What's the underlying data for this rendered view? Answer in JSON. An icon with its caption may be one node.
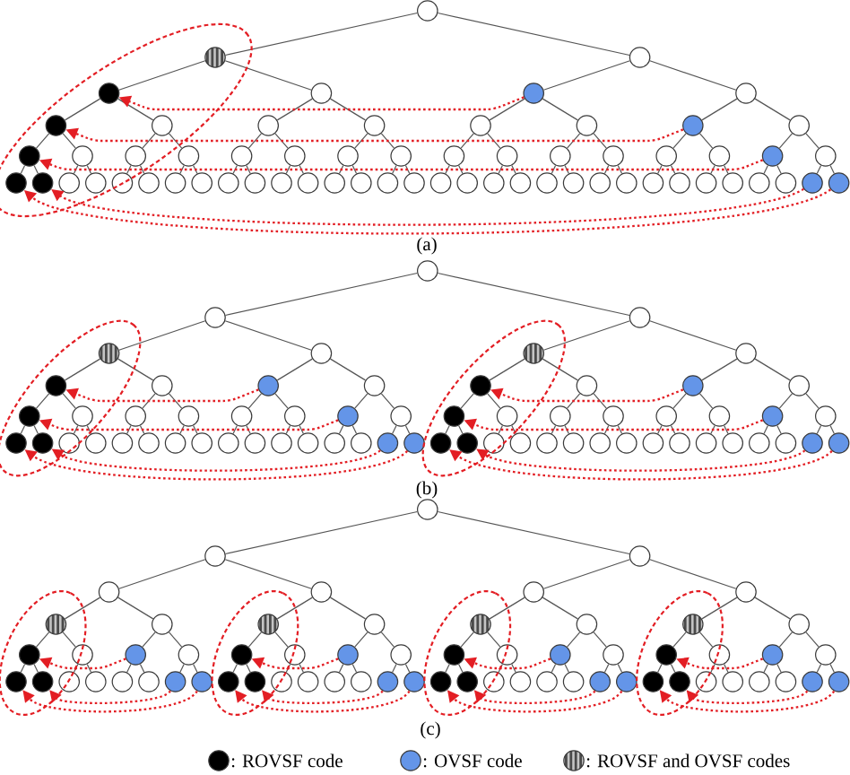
{
  "diagram": {
    "nodes": [
      {
        "text": [],
        "shape": "circle"
      },
      {
        "text": [],
        "shape": "circle"
      },
      {
        "text": [],
        "shape": "circle"
      },
      {
        "text": [],
        "shape": "circle"
      },
      {
        "text": [],
        "shape": "circle"
      },
      {
        "text": [],
        "shape": "circle"
      },
      {
        "text": [],
        "shape": "circle"
      },
      {
        "text": [],
        "shape": "circle"
      },
      {
        "text": [],
        "shape": "circle"
      },
      {
        "text": [],
        "shape": "circle"
      },
      {
        "text": [],
        "shape": "circle"
      },
      {
        "text": [],
        "shape": "circle"
      },
      {
        "text": [],
        "shape": "circle"
      },
      {
        "text": [],
        "shape": "circle"
      },
      {
        "text": [],
        "shape": "circle"
      },
      {
        "text": [],
        "shape": "circle"
      },
      {
        "text": [],
        "shape": "circle"
      },
      {
        "text": [],
        "shape": "circle"
      },
      {
        "text": [],
        "shape": "circle"
      },
      {
        "text": [],
        "shape": "circle"
      },
      {
        "text": [],
        "shape": "circle"
      },
      {
        "text": [],
        "shape": "circle"
      },
      {
        "text": [],
        "shape": "circle"
      },
      {
        "text": [],
        "shape": "circle"
      },
      {
        "text": [],
        "shape": "circle"
      },
      {
        "text": [],
        "shape": "circle"
      },
      {
        "text": [],
        "shape": "circle"
      },
      {
        "text": [],
        "shape": "circle"
      },
      {
        "text": [],
        "shape": "circle"
      },
      {
        "text": [],
        "shape": "circle"
      },
      {
        "text": [],
        "shape": "circle"
      },
      {
        "text": [],
        "shape": "circle"
      },
      {
        "text": [],
        "shape": "circle"
      },
      {
        "text": [],
        "shape": "circle"
      },
      {
        "text": [],
        "shape": "circle"
      },
      {
        "text": [],
        "shape": "circle"
      },
      {
        "text": [],
        "shape": "circle"
      },
      {
        "text": [],
        "shape": "circle"
      },
      {
        "text": [],
        "shape": "circle"
      },
      {
        "text": [],
        "shape": "circle"
      },
      {
        "text": [],
        "shape": "circle"
      },
      {
        "text": [],
        "shape": "circle"
      },
      {
        "text": [],
        "shape": "circle"
      },
      {
        "text": [],
        "shape": "circle"
      },
      {
        "text": [],
        "shape": "circle"
      },
      {
        "text": [],
        "shape": "circle"
      },
      {
        "text": [],
        "shape": "circle"
      },
      {
        "text": [],
        "shape": "circle"
      },
      {
        "text": [],
        "shape": "circle"
      },
      {
        "text": [],
        "shape": "circle"
      },
      {
        "text": [],
        "shape": "circle"
      },
      {
        "text": [],
        "shape": "circle"
      },
      {
        "text": [],
        "shape": "circle"
      },
      {
        "text": [],
        "shape": "circle"
      },
      {
        "text": [],
        "shape": "circle"
      },
      {
        "text": [],
        "shape": "circle"
      },
      {
        "text": [],
        "shape": "circle"
      },
      {
        "text": [],
        "shape": "circle"
      },
      {
        "text": [],
        "shape": "circle"
      },
      {
        "text": [],
        "shape": "circle"
      },
      {
        "text": [],
        "shape": "circle"
      },
      {
        "text": [],
        "shape": "circle"
      },
      {
        "text": [],
        "shape": "circle"
      },
      {
        "text": [],
        "shape": "circle"
      },
      {
        "text": [],
        "shape": "circle"
      },
      {
        "text": [],
        "shape": "circle"
      },
      {
        "text": [],
        "shape": "circle"
      },
      {
        "text": [],
        "shape": "circle"
      },
      {
        "text": [],
        "shape": "circle"
      },
      {
        "text": [],
        "shape": "circle"
      },
      {
        "text": [],
        "shape": "circle"
      },
      {
        "text": [],
        "shape": "circle"
      },
      {
        "text": [],
        "shape": "circle"
      },
      {
        "text": [],
        "shape": "circle"
      },
      {
        "text": [],
        "shape": "circle"
      },
      {
        "text": [],
        "shape": "circle"
      },
      {
        "text": [],
        "shape": "circle"
      },
      {
        "text": [],
        "shape": "circle"
      },
      {
        "text": [],
        "shape": "circle"
      },
      {
        "text": [],
        "shape": "circle"
      },
      {
        "text": [],
        "shape": "circle"
      },
      {
        "text": [],
        "shape": "circle"
      },
      {
        "text": [],
        "shape": "circle"
      },
      {
        "text": [],
        "shape": "circle"
      },
      {
        "text": [],
        "shape": "circle"
      },
      {
        "text": [],
        "shape": "circle"
      },
      {
        "text": [],
        "shape": "circle"
      },
      {
        "text": [],
        "shape": "circle"
      },
      {
        "text": [],
        "shape": "circle"
      },
      {
        "text": [],
        "shape": "circle"
      },
      {
        "text": [],
        "shape": "circle"
      },
      {
        "text": [],
        "shape": "circle"
      },
      {
        "text": [],
        "shape": "circle"
      },
      {
        "text": [],
        "shape": "circle"
      },
      {
        "text": [],
        "shape": "circle"
      },
      {
        "text": [],
        "shape": "circle"
      },
      {
        "text": [],
        "shape": "circle"
      },
      {
        "text": [],
        "shape": "circle"
      },
      {
        "text": [],
        "shape": "circle"
      },
      {
        "text": [],
        "shape": "circle"
      },
      {
        "text": [],
        "shape": "circle"
      },
      {
        "text": [],
        "shape": "circle"
      },
      {
        "text": [],
        "shape": "circle"
      },
      {
        "text": [],
        "shape": "circle"
      },
      {
        "text": [],
        "shape": "circle"
      },
      {
        "text": [],
        "shape": "circle"
      },
      {
        "text": [],
        "shape": "circle"
      },
      {
        "text": [],
        "shape": "circle"
      },
      {
        "text": [],
        "shape": "circle"
      },
      {
        "text": [],
        "shape": "circle"
      },
      {
        "text": [],
        "shape": "circle"
      },
      {
        "text": [],
        "shape": "circle"
      },
      {
        "text": [],
        "shape": "circle"
      },
      {
        "text": [],
        "shape": "circle"
      },
      {
        "text": [],
        "shape": "circle"
      },
      {
        "text": [],
        "shape": "circle"
      },
      {
        "text": [],
        "shape": "circle"
      },
      {
        "text": [],
        "shape": "circle"
      },
      {
        "text": [],
        "shape": "circle"
      },
      {
        "text": [],
        "shape": "circle"
      },
      {
        "text": [],
        "shape": "circle"
      },
      {
        "text": [],
        "shape": "circle"
      },
      {
        "text": [],
        "shape": "circle"
      },
      {
        "text": [],
        "shape": "circle"
      },
      {
        "text": [],
        "shape": "circle"
      },
      {
        "text": [],
        "shape": "circle"
      },
      {
        "text": [],
        "shape": "circle"
      },
      {
        "text": [],
        "shape": "circle"
      },
      {
        "text": [],
        "shape": "circle"
      },
      {
        "text": [],
        "shape": "circle"
      },
      {
        "text": [],
        "shape": "circle"
      },
      {
        "text": [],
        "shape": "circle"
      },
      {
        "text": [],
        "shape": "circle"
      },
      {
        "text": [],
        "shape": "circle"
      },
      {
        "text": [],
        "shape": "circle"
      },
      {
        "text": [],
        "shape": "circle"
      },
      {
        "text": [],
        "shape": "circle"
      },
      {
        "text": [],
        "shape": "circle"
      },
      {
        "text": [],
        "shape": "circle"
      },
      {
        "text": [],
        "shape": "circle"
      },
      {
        "text": [],
        "shape": "circle"
      },
      {
        "text": [],
        "shape": "circle"
      },
      {
        "text": [],
        "shape": "circle"
      },
      {
        "text": [],
        "shape": "circle"
      },
      {
        "text": [],
        "shape": "circle"
      },
      {
        "text": [],
        "shape": "circle"
      },
      {
        "text": [],
        "shape": "circle"
      },
      {
        "text": [],
        "shape": "circle"
      },
      {
        "text": [],
        "shape": "circle"
      },
      {
        "text": [],
        "shape": "circle"
      },
      {
        "text": [],
        "shape": "circle"
      },
      {
        "text": [],
        "shape": "circle"
      },
      {
        "text": [],
        "shape": "circle"
      },
      {
        "text": [],
        "shape": "circle"
      },
      {
        "text": [],
        "shape": "circle"
      },
      {
        "text": [],
        "shape": "circle"
      },
      {
        "text": [],
        "shape": "circle"
      },
      {
        "text": [],
        "shape": "circle"
      },
      {
        "text": [],
        "shape": "circle"
      },
      {
        "text": [],
        "shape": "circle"
      },
      {
        "text": [],
        "shape": "circle"
      },
      {
        "text": [],
        "shape": "circle"
      },
      {
        "text": [],
        "shape": "circle"
      },
      {
        "text": [],
        "shape": "circle"
      },
      {
        "text": [],
        "shape": "circle"
      },
      {
        "text": [],
        "shape": "circle"
      },
      {
        "text": [],
        "shape": "circle"
      },
      {
        "text": [],
        "shape": "circle"
      },
      {
        "text": [],
        "shape": "circle"
      },
      {
        "text": [],
        "shape": "circle"
      },
      {
        "text": [],
        "shape": "circle"
      },
      {
        "text": [],
        "shape": "circle"
      },
      {
        "text": [],
        "shape": "circle"
      },
      {
        "text": [],
        "shape": "circle"
      },
      {
        "text": [],
        "shape": "circle"
      },
      {
        "text": [],
        "shape": "circle"
      },
      {
        "text": [],
        "shape": "circle"
      },
      {
        "text": [],
        "shape": "circle"
      },
      {
        "text": [],
        "shape": "circle"
      },
      {
        "text": [],
        "shape": "circle"
      },
      {
        "text": [],
        "shape": "circle"
      },
      {
        "text": [],
        "shape": "circle"
      },
      {
        "text": [],
        "shape": "circle"
      },
      {
        "text": [],
        "shape": "circle"
      },
      {
        "text": [],
        "shape": "circle"
      },
      {
        "text": [],
        "shape": "circle"
      },
      {
        "text": [],
        "shape": "circle"
      },
      {
        "text": [],
        "shape": "circle"
      },
      {
        "text": [],
        "shape": "circle"
      }
    ],
    "edges": [
      {
        "from": 0,
        "to": 1,
        "arrow": "none"
      },
      {
        "from": 0,
        "to": 2,
        "arrow": "none"
      },
      {
        "from": 1,
        "to": 3,
        "arrow": "none"
      },
      {
        "from": 1,
        "to": 4,
        "arrow": "none"
      },
      {
        "from": 2,
        "to": 5,
        "arrow": "none"
      },
      {
        "from": 2,
        "to": 6,
        "arrow": "none"
      },
      {
        "from": 3,
        "to": 7,
        "arrow": "none"
      },
      {
        "from": 3,
        "to": 8,
        "arrow": "none"
      },
      {
        "from": 4,
        "to": 9,
        "arrow": "none"
      },
      {
        "from": 4,
        "to": 10,
        "arrow": "none"
      },
      {
        "from": 5,
        "to": 11,
        "arrow": "none"
      },
      {
        "from": 5,
        "to": 12,
        "arrow": "none"
      },
      {
        "from": 6,
        "to": 13,
        "arrow": "none"
      },
      {
        "from": 6,
        "to": 14,
        "arrow": "none"
      },
      {
        "from": 7,
        "to": 15,
        "arrow": "none"
      },
      {
        "from": 7,
        "to": 16,
        "arrow": "none"
      },
      {
        "from": 8,
        "to": 17,
        "arrow": "none"
      },
      {
        "from": 8,
        "to": 18,
        "arrow": "none"
      },
      {
        "from": 9,
        "to": 19,
        "arrow": "none"
      },
      {
        "from": 9,
        "to": 20,
        "arrow": "none"
      },
      {
        "from": 10,
        "to": 21,
        "arrow": "none"
      },
      {
        "from": 10,
        "to": 22,
        "arrow": "none"
      },
      {
        "from": 11,
        "to": 23,
        "arrow": "none"
      },
      {
        "from": 11,
        "to": 24,
        "arrow": "none"
      },
      {
        "from": 12,
        "to": 25,
        "arrow": "none"
      },
      {
        "from": 12,
        "to": 26,
        "arrow": "none"
      },
      {
        "from": 13,
        "to": 27,
        "arrow": "none"
      },
      {
        "from": 13,
        "to": 28,
        "arrow": "none"
      },
      {
        "from": 14,
        "to": 29,
        "arrow": "none"
      },
      {
        "from": 14,
        "to": 30,
        "arrow": "none"
      },
      {
        "from": 15,
        "to": 31,
        "arrow": "none"
      },
      {
        "from": 15,
        "to": 32,
        "arrow": "none"
      },
      {
        "from": 16,
        "to": 33,
        "arrow": "none"
      },
      {
        "from": 16,
        "to": 34,
        "arrow": "none"
      },
      {
        "from": 17,
        "to": 35,
        "arrow": "none"
      },
      {
        "from": 17,
        "to": 36,
        "arrow": "none"
      },
      {
        "from": 18,
        "to": 37,
        "arrow": "none"
      },
      {
        "from": 18,
        "to": 38,
        "arrow": "none"
      },
      {
        "from": 19,
        "to": 39,
        "arrow": "none"
      },
      {
        "from": 19,
        "to": 40,
        "arrow": "none"
      },
      {
        "from": 20,
        "to": 41,
        "arrow": "none"
      },
      {
        "from": 20,
        "to": 42,
        "arrow": "none"
      },
      {
        "from": 21,
        "to": 43,
        "arrow": "none"
      },
      {
        "from": 21,
        "to": 44,
        "arrow": "none"
      },
      {
        "from": 22,
        "to": 45,
        "arrow": "none"
      },
      {
        "from": 22,
        "to": 46,
        "arrow": "none"
      },
      {
        "from": 23,
        "to": 47,
        "arrow": "none"
      },
      {
        "from": 23,
        "to": 48,
        "arrow": "none"
      },
      {
        "from": 24,
        "to": 49,
        "arrow": "none"
      },
      {
        "from": 24,
        "to": 50,
        "arrow": "none"
      },
      {
        "from": 25,
        "to": 51,
        "arrow": "none"
      },
      {
        "from": 25,
        "to": 52,
        "arrow": "none"
      },
      {
        "from": 26,
        "to": 53,
        "arrow": "none"
      },
      {
        "from": 26,
        "to": 54,
        "arrow": "none"
      },
      {
        "from": 27,
        "to": 55,
        "arrow": "none"
      },
      {
        "from": 27,
        "to": 56,
        "arrow": "none"
      },
      {
        "from": 28,
        "to": 57,
        "arrow": "none"
      },
      {
        "from": 28,
        "to": 58,
        "arrow": "none"
      },
      {
        "from": 29,
        "to": 59,
        "arrow": "none"
      },
      {
        "from": 29,
        "to": 60,
        "arrow": "none"
      },
      {
        "from": 30,
        "to": 61,
        "arrow": "none"
      },
      {
        "from": 30,
        "to": 62,
        "arrow": "none"
      },
      {
        "from": 5,
        "to": 3,
        "arrow": "to",
        "style": "dashed",
        "color": "#e31e24"
      },
      {
        "from": 13,
        "to": 7,
        "arrow": "to",
        "style": "dashed",
        "color": "#e31e24"
      },
      {
        "from": 29,
        "to": 15,
        "arrow": "to",
        "style": "dashed",
        "color": "#e31e24"
      },
      {
        "from": 61,
        "to": 32,
        "arrow": "to",
        "style": "dashed",
        "color": "#e31e24"
      },
      {
        "from": 62,
        "to": 31,
        "arrow": "to",
        "style": "dashed",
        "color": "#e31e24"
      },
      {
        "from": 63,
        "to": 64,
        "arrow": "none"
      },
      {
        "from": 63,
        "to": 65,
        "arrow": "none"
      },
      {
        "from": 64,
        "to": 66,
        "arrow": "none"
      },
      {
        "from": 64,
        "to": 67,
        "arrow": "none"
      },
      {
        "from": 65,
        "to": 68,
        "arrow": "none"
      },
      {
        "from": 65,
        "to": 69,
        "arrow": "none"
      },
      {
        "from": 66,
        "to": 70,
        "arrow": "none"
      },
      {
        "from": 66,
        "to": 71,
        "arrow": "none"
      },
      {
        "from": 67,
        "to": 72,
        "arrow": "none"
      },
      {
        "from": 67,
        "to": 73,
        "arrow": "none"
      },
      {
        "from": 68,
        "to": 74,
        "arrow": "none"
      },
      {
        "from": 68,
        "to": 75,
        "arrow": "none"
      },
      {
        "from": 69,
        "to": 76,
        "arrow": "none"
      },
      {
        "from": 69,
        "to": 77,
        "arrow": "none"
      },
      {
        "from": 70,
        "to": 78,
        "arrow": "none"
      },
      {
        "from": 70,
        "to": 79,
        "arrow": "none"
      },
      {
        "from": 71,
        "to": 80,
        "arrow": "none"
      },
      {
        "from": 71,
        "to": 81,
        "arrow": "none"
      },
      {
        "from": 72,
        "to": 82,
        "arrow": "none"
      },
      {
        "from": 72,
        "to": 83,
        "arrow": "none"
      },
      {
        "from": 73,
        "to": 84,
        "arrow": "none"
      },
      {
        "from": 73,
        "to": 85,
        "arrow": "none"
      },
      {
        "from": 74,
        "to": 86,
        "arrow": "none"
      },
      {
        "from": 74,
        "to": 87,
        "arrow": "none"
      },
      {
        "from": 75,
        "to": 88,
        "arrow": "none"
      },
      {
        "from": 75,
        "to": 89,
        "arrow": "none"
      },
      {
        "from": 76,
        "to": 90,
        "arrow": "none"
      },
      {
        "from": 76,
        "to": 91,
        "arrow": "none"
      },
      {
        "from": 77,
        "to": 92,
        "arrow": "none"
      },
      {
        "from": 77,
        "to": 93,
        "arrow": "none"
      },
      {
        "from": 78,
        "to": 94,
        "arrow": "none"
      },
      {
        "from": 78,
        "to": 95,
        "arrow": "none"
      },
      {
        "from": 79,
        "to": 96,
        "arrow": "none"
      },
      {
        "from": 79,
        "to": 97,
        "arrow": "none"
      },
      {
        "from": 80,
        "to": 98,
        "arrow": "none"
      },
      {
        "from": 80,
        "to": 99,
        "arrow": "none"
      },
      {
        "from": 81,
        "to": 100,
        "arrow": "none"
      },
      {
        "from": 81,
        "to": 101,
        "arrow": "none"
      },
      {
        "from": 82,
        "to": 102,
        "arrow": "none"
      },
      {
        "from": 82,
        "to": 103,
        "arrow": "none"
      },
      {
        "from": 83,
        "to": 104,
        "arrow": "none"
      },
      {
        "from": 83,
        "to": 105,
        "arrow": "none"
      },
      {
        "from": 84,
        "to": 106,
        "arrow": "none"
      },
      {
        "from": 84,
        "to": 107,
        "arrow": "none"
      },
      {
        "from": 85,
        "to": 108,
        "arrow": "none"
      },
      {
        "from": 85,
        "to": 109,
        "arrow": "none"
      },
      {
        "from": 86,
        "to": 110,
        "arrow": "none"
      },
      {
        "from": 86,
        "to": 111,
        "arrow": "none"
      },
      {
        "from": 87,
        "to": 112,
        "arrow": "none"
      },
      {
        "from": 87,
        "to": 113,
        "arrow": "none"
      },
      {
        "from": 88,
        "to": 114,
        "arrow": "none"
      },
      {
        "from": 88,
        "to": 115,
        "arrow": "none"
      },
      {
        "from": 89,
        "to": 116,
        "arrow": "none"
      },
      {
        "from": 89,
        "to": 117,
        "arrow": "none"
      },
      {
        "from": 90,
        "to": 118,
        "arrow": "none"
      },
      {
        "from": 90,
        "to": 119,
        "arrow": "none"
      },
      {
        "from": 91,
        "to": 120,
        "arrow": "none"
      },
      {
        "from": 91,
        "to": 121,
        "arrow": "none"
      },
      {
        "from": 92,
        "to": 122,
        "arrow": "none"
      },
      {
        "from": 92,
        "to": 123,
        "arrow": "none"
      },
      {
        "from": 93,
        "to": 124,
        "arrow": "none"
      },
      {
        "from": 93,
        "to": 125,
        "arrow": "none"
      },
      {
        "from": 72,
        "to": 70,
        "arrow": "to",
        "style": "dashed",
        "color": "#e31e24"
      },
      {
        "from": 84,
        "to": 78,
        "arrow": "to",
        "style": "dashed",
        "color": "#e31e24"
      },
      {
        "from": 108,
        "to": 95,
        "arrow": "to",
        "style": "dashed",
        "color": "#e31e24"
      },
      {
        "from": 109,
        "to": 94,
        "arrow": "to",
        "style": "dashed",
        "color": "#e31e24"
      },
      {
        "from": 76,
        "to": 74,
        "arrow": "to",
        "style": "dashed",
        "color": "#e31e24"
      },
      {
        "from": 92,
        "to": 86,
        "arrow": "to",
        "style": "dashed",
        "color": "#e31e24"
      },
      {
        "from": 124,
        "to": 111,
        "arrow": "to",
        "style": "dashed",
        "color": "#e31e24"
      },
      {
        "from": 125,
        "to": 110,
        "arrow": "to",
        "style": "dashed",
        "color": "#e31e24"
      },
      {
        "from": 126,
        "to": 127,
        "arrow": "none"
      },
      {
        "from": 126,
        "to": 128,
        "arrow": "none"
      },
      {
        "from": 127,
        "to": 129,
        "arrow": "none"
      },
      {
        "from": 127,
        "to": 130,
        "arrow": "none"
      },
      {
        "from": 128,
        "to": 131,
        "arrow": "none"
      },
      {
        "from": 128,
        "to": 132,
        "arrow": "none"
      },
      {
        "from": 129,
        "to": 133,
        "arrow": "none"
      },
      {
        "from": 129,
        "to": 134,
        "arrow": "none"
      },
      {
        "from": 130,
        "to": 135,
        "arrow": "none"
      },
      {
        "from": 130,
        "to": 136,
        "arrow": "none"
      },
      {
        "from": 131,
        "to": 137,
        "arrow": "none"
      },
      {
        "from": 131,
        "to": 138,
        "arrow": "none"
      },
      {
        "from": 132,
        "to": 139,
        "arrow": "none"
      },
      {
        "from": 132,
        "to": 140,
        "arrow": "none"
      },
      {
        "from": 133,
        "to": 141,
        "arrow": "none"
      },
      {
        "from": 133,
        "to": 142,
        "arrow": "none"
      },
      {
        "from": 134,
        "to": 143,
        "arrow": "none"
      },
      {
        "from": 134,
        "to": 144,
        "arrow": "none"
      },
      {
        "from": 135,
        "to": 145,
        "arrow": "none"
      },
      {
        "from": 135,
        "to": 146,
        "arrow": "none"
      },
      {
        "from": 136,
        "to": 147,
        "arrow": "none"
      },
      {
        "from": 136,
        "to": 148,
        "arrow": "none"
      },
      {
        "from": 137,
        "to": 149,
        "arrow": "none"
      },
      {
        "from": 137,
        "to": 150,
        "arrow": "none"
      },
      {
        "from": 138,
        "to": 151,
        "arrow": "none"
      },
      {
        "from": 138,
        "to": 152,
        "arrow": "none"
      },
      {
        "from": 139,
        "to": 153,
        "arrow": "none"
      },
      {
        "from": 139,
        "to": 154,
        "arrow": "none"
      },
      {
        "from": 140,
        "to": 155,
        "arrow": "none"
      },
      {
        "from": 140,
        "to": 156,
        "arrow": "none"
      },
      {
        "from": 141,
        "to": 157,
        "arrow": "none"
      },
      {
        "from": 141,
        "to": 158,
        "arrow": "none"
      },
      {
        "from": 142,
        "to": 159,
        "arrow": "none"
      },
      {
        "from": 142,
        "to": 160,
        "arrow": "none"
      },
      {
        "from": 143,
        "to": 161,
        "arrow": "none"
      },
      {
        "from": 143,
        "to": 162,
        "arrow": "none"
      },
      {
        "from": 144,
        "to": 163,
        "arrow": "none"
      },
      {
        "from": 144,
        "to": 164,
        "arrow": "none"
      },
      {
        "from": 145,
        "to": 165,
        "arrow": "none"
      },
      {
        "from": 145,
        "to": 166,
        "arrow": "none"
      },
      {
        "from": 146,
        "to": 167,
        "arrow": "none"
      },
      {
        "from": 146,
        "to": 168,
        "arrow": "none"
      },
      {
        "from": 147,
        "to": 169,
        "arrow": "none"
      },
      {
        "from": 147,
        "to": 170,
        "arrow": "none"
      },
      {
        "from": 148,
        "to": 171,
        "arrow": "none"
      },
      {
        "from": 148,
        "to": 172,
        "arrow": "none"
      },
      {
        "from": 149,
        "to": 173,
        "arrow": "none"
      },
      {
        "from": 149,
        "to": 174,
        "arrow": "none"
      },
      {
        "from": 150,
        "to": 175,
        "arrow": "none"
      },
      {
        "from": 150,
        "to": 176,
        "arrow": "none"
      },
      {
        "from": 151,
        "to": 177,
        "arrow": "none"
      },
      {
        "from": 151,
        "to": 178,
        "arrow": "none"
      },
      {
        "from": 152,
        "to": 179,
        "arrow": "none"
      },
      {
        "from": 152,
        "to": 180,
        "arrow": "none"
      },
      {
        "from": 153,
        "to": 181,
        "arrow": "none"
      },
      {
        "from": 153,
        "to": 182,
        "arrow": "none"
      },
      {
        "from": 154,
        "to": 183,
        "arrow": "none"
      },
      {
        "from": 154,
        "to": 184,
        "arrow": "none"
      },
      {
        "from": 155,
        "to": 185,
        "arrow": "none"
      },
      {
        "from": 155,
        "to": 186,
        "arrow": "none"
      },
      {
        "from": 156,
        "to": 187,
        "arrow": "none"
      },
      {
        "from": 156,
        "to": 188,
        "arrow": "none"
      },
      {
        "from": 143,
        "to": 141,
        "arrow": "to",
        "style": "dashed",
        "color": "#e31e24"
      },
      {
        "from": 163,
        "to": 158,
        "arrow": "to",
        "style": "dashed",
        "color": "#e31e24"
      },
      {
        "from": 164,
        "to": 157,
        "arrow": "to",
        "style": "dashed",
        "color": "#e31e24"
      },
      {
        "from": 147,
        "to": 145,
        "arrow": "to",
        "style": "dashed",
        "color": "#e31e24"
      },
      {
        "from": 171,
        "to": 166,
        "arrow": "to",
        "style": "dashed",
        "color": "#e31e24"
      },
      {
        "from": 172,
        "to": 165,
        "arrow": "to",
        "style": "dashed",
        "color": "#e31e24"
      },
      {
        "from": 151,
        "to": 149,
        "arrow": "to",
        "style": "dashed",
        "color": "#e31e24"
      },
      {
        "from": 179,
        "to": 174,
        "arrow": "to",
        "style": "dashed",
        "color": "#e31e24"
      },
      {
        "from": 180,
        "to": 173,
        "arrow": "to",
        "style": "dashed",
        "color": "#e31e24"
      },
      {
        "from": 155,
        "to": 153,
        "arrow": "to",
        "style": "dashed",
        "color": "#e31e24"
      },
      {
        "from": 187,
        "to": 182,
        "arrow": "to",
        "style": "dashed",
        "color": "#e31e24"
      },
      {
        "from": 188,
        "to": 181,
        "arrow": "to",
        "style": "dashed",
        "color": "#e31e24"
      }
    ],
    "labels": [
      "(a)",
      "(b)",
      "(c)"
    ],
    "legend": [
      {
        "text": ": ROVSF code",
        "color": "#000000"
      },
      {
        "text": ": OVSF code",
        "color": "#6495e8"
      },
      {
        "text": ": ROVSF and OVSF codes"
      }
    ]
  }
}
